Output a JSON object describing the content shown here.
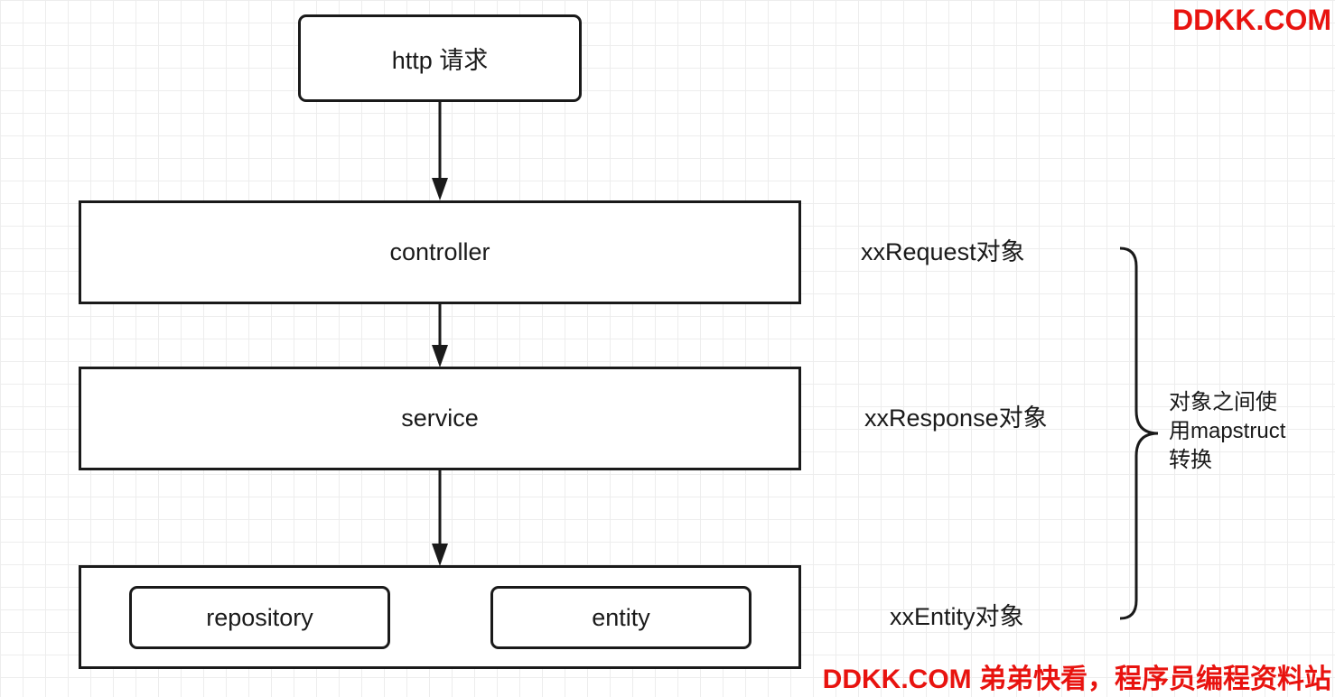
{
  "nodes": {
    "http_request": "http 请求",
    "controller": "controller",
    "service": "service",
    "repository": "repository",
    "entity": "entity"
  },
  "objects": {
    "request": "xxRequest对象",
    "response": "xxResponse对象",
    "entity": "xxEntity对象"
  },
  "note": {
    "line1": "对象之间使",
    "line2": "用mapstruct",
    "line3": "转换"
  },
  "watermark": {
    "top": "DDKK.COM",
    "bottom": "DDKK.COM 弟弟快看，程序员编程资料站"
  },
  "colors": {
    "watermark": "#e8130f",
    "stroke": "#1a1a1a",
    "grid": "#ededed"
  }
}
